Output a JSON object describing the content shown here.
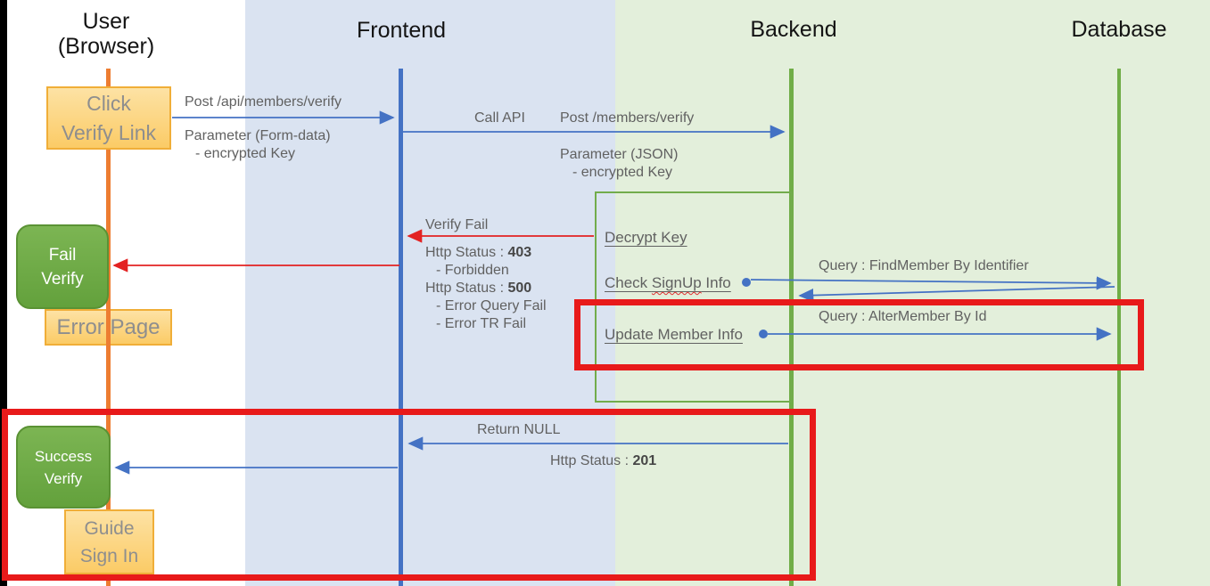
{
  "header": {
    "user_line1": "User",
    "user_line2": "(Browser)",
    "frontend": "Frontend",
    "backend": "Backend",
    "database": "Database"
  },
  "boxes": {
    "click_verify": {
      "line1": "Click",
      "line2": "Verify Link"
    },
    "fail_verify": {
      "line1": "Fail",
      "line2": "Verify"
    },
    "error_page": {
      "label": "Error Page"
    },
    "success_verify": {
      "line1": "Success",
      "line2": "Verify"
    },
    "guide_signin": {
      "line1": "Guide",
      "line2": "Sign In"
    }
  },
  "messages": {
    "post_api": "Post /api/members/verify",
    "param_formdata_1": "Parameter (Form-data)",
    "param_formdata_2": "- encrypted Key",
    "call_api": "Call API",
    "post_members": "Post /members/verify",
    "param_json_1": "Parameter (JSON)",
    "param_json_2": "- encrypted Key",
    "verify_fail": "Verify Fail",
    "http_403_label": "Http Status : ",
    "http_403_code": "403",
    "forbidden": "- Forbidden",
    "http_500_label": "Http Status : ",
    "http_500_code": "500",
    "error_query": "- Error Query Fail",
    "error_tr": "- Error TR Fail",
    "decrypt_key": "Decrypt Key",
    "check_signup_pre": "Check ",
    "check_signup_word": "SignUp",
    "check_signup_post": " Info",
    "update_member": "Update Member Info",
    "query_find": "Query : FindMember By Identifier",
    "query_alter": "Query : AlterMember By Id",
    "return_null": "Return NULL",
    "http_201_label": "Http Status : ",
    "http_201_code": "201"
  },
  "colors": {
    "frontend_band": "#dae3f1",
    "backend_band": "#e3efdb",
    "user_lifeline": "#ed7d31",
    "frontend_lifeline": "#4472c4",
    "backend_lifeline": "#70ad47",
    "arrow_blue": "#4472c4",
    "arrow_red": "#e32222",
    "highlight_red": "#e81a1a",
    "green_node_fill": "#6caa45",
    "orange_node_fill": "#fbcb66"
  }
}
